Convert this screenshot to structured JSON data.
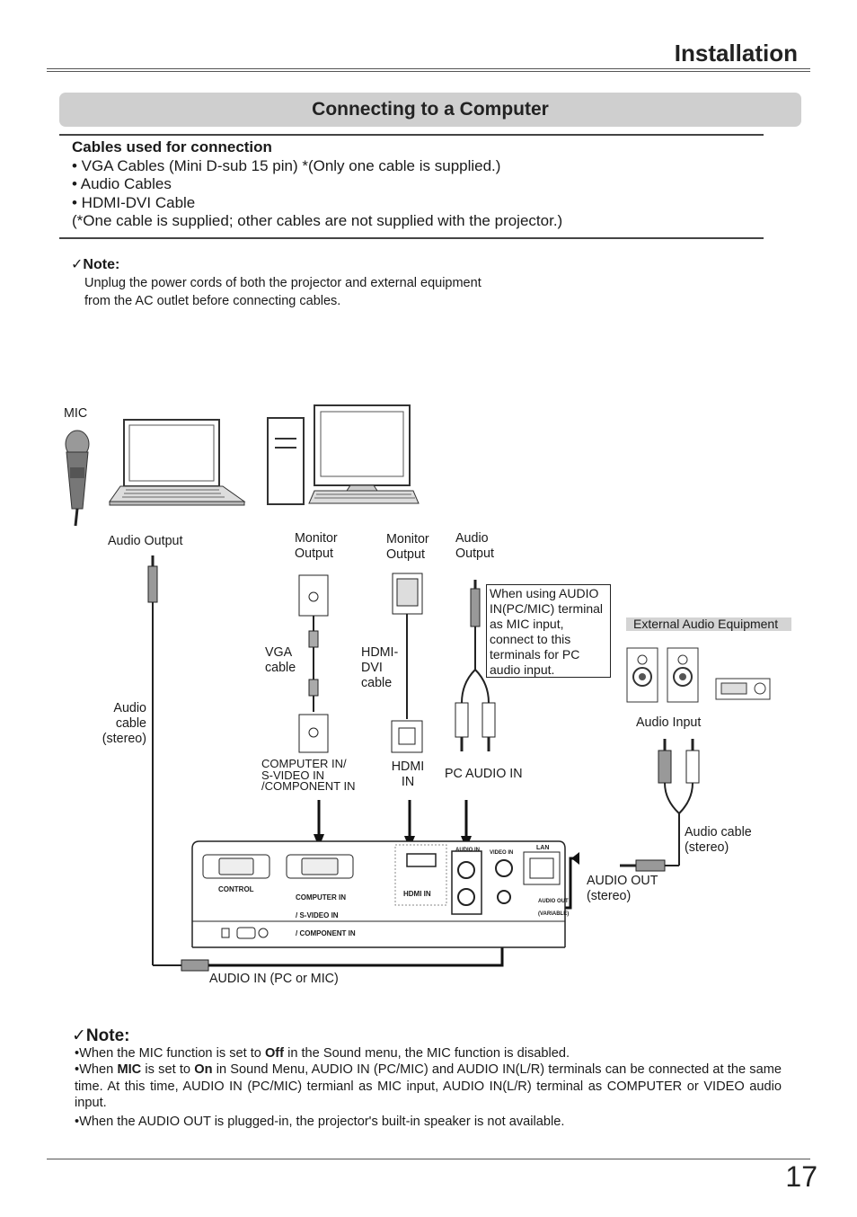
{
  "header": {
    "title": "Installation"
  },
  "section": {
    "title": "Connecting to a Computer"
  },
  "cables": {
    "heading": "Cables used for connection",
    "items": [
      "• VGA Cables (Mini D-sub 15 pin) *(Only one cable is supplied.)",
      "• Audio Cables",
      "• HDMI-DVI Cable",
      "(*One cable is supplied; other cables are not supplied with the projector.)"
    ]
  },
  "note_top": {
    "heading": "Note:",
    "text": "Unplug the power cords of both the projector and external equipment\nfrom the AC outlet before connecting cables."
  },
  "diagram": {
    "mic": "MIC",
    "audio_output_left": "Audio Output",
    "monitor_output_1": "Monitor\nOutput",
    "monitor_output_2": "Monitor\nOutput",
    "audio_output_right": "Audio\nOutput",
    "callout": "When using AUDIO IN(PC/MIC) terminal as MIC input, connect to this terminals for PC audio input.",
    "external_audio": "External Audio Equipment",
    "vga_cable": "VGA\ncable",
    "hdmi_dvi_cable": "HDMI-\nDVI\ncable",
    "audio_cable_left": "Audio\ncable\n(stereo)",
    "audio_input": "Audio Input",
    "computer_in": "COMPUTER  IN/\nS-VIDEO IN\n/COMPONENT IN",
    "hdmi_in": "HDMI\nIN",
    "pc_audio_in": "PC AUDIO IN",
    "audio_cable_right": "Audio cable\n(stereo)",
    "audio_out": "AUDIO OUT\n(stereo)",
    "audio_in_bottom": "AUDIO IN (PC or MIC)",
    "panel_control": "CONTROL",
    "panel_computer_in": "COMPUTER IN",
    "panel_svideo_in": "/ S-VIDEO IN",
    "panel_component_in": "/ COMPONENT IN",
    "panel_hdmi": "HDMI IN",
    "panel_audio_in": "AUDIO IN",
    "panel_video_in": "VIDEO IN",
    "panel_lan": "LAN",
    "panel_audio_out": "AUDIO OUT",
    "panel_variable": "(VARIABLE)"
  },
  "note_bottom": {
    "heading": "Note:",
    "items": [
      {
        "pre": "•When the MIC function is set to ",
        "b1": "Off",
        "post": " in the Sound menu, the MIC function is disabled."
      },
      {
        "pre": "•When ",
        "b1": "MIC",
        "mid": " is set to ",
        "b2": "On",
        "post": " in Sound Menu, AUDIO IN (PC/MIC) and AUDIO IN(L/R) terminals can be connected at the same time. At this time, AUDIO IN (PC/MIC) termianl as MIC input, AUDIO IN(L/R) terminal as COMPUTER or VIDEO audio input."
      },
      {
        "pre": "•When the AUDIO OUT is plugged-in, the projector's built-in speaker is not available."
      }
    ]
  },
  "page_number": "17"
}
